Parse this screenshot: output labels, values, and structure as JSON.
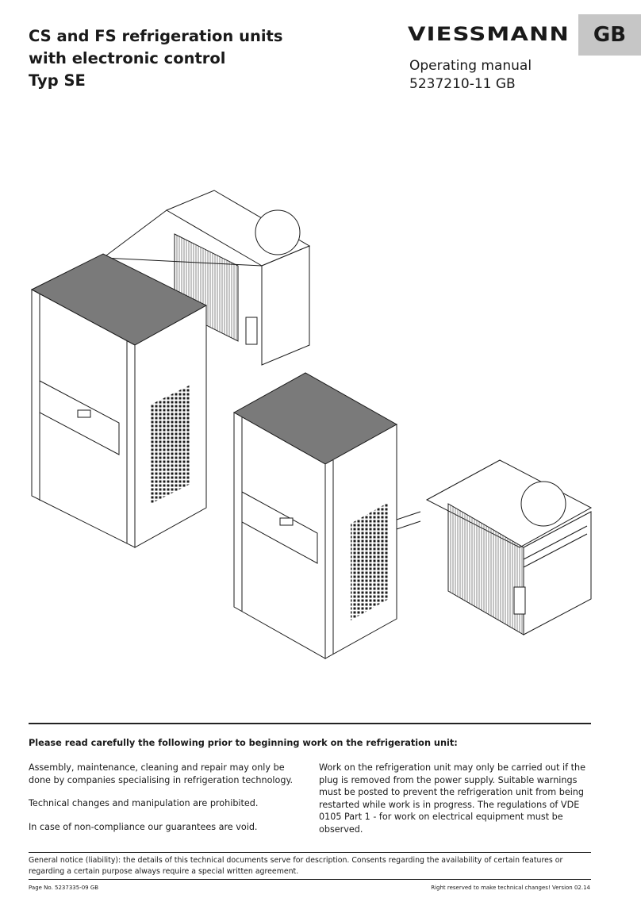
{
  "header": {
    "title_lines": [
      "CS and FS refrigeration units",
      "with electronic control",
      "Typ SE"
    ],
    "brand": "VIESSMANN",
    "language_tab": "GB",
    "manual_label": "Operating manual",
    "manual_number": "5237210-11 GB"
  },
  "notice": {
    "heading": "Please read carefully the following prior to beginning work on the refrigeration unit:",
    "left_paragraphs": [
      "Assembly, maintenance, cleaning and repair may only be done by companies specialising in refrigeration technology.",
      "Technical changes and manipulation are prohibited.",
      "In case of non-compliance our guarantees are void."
    ],
    "right_paragraphs": [
      "Work on the refrigeration unit may only be carried out if the plug is removed from the power supply. Suitable warnings must be posted to prevent the refrigeration unit from being restarted while work is in progress. The regulations of VDE 0105 Part 1 - for work on electrical equipment must be observed."
    ]
  },
  "liability": "General notice (liability): the details of this technical documents serve for description. Consents regarding the availability of certain features or regarding a certain purpose always require a special written agreement.",
  "footer": {
    "page_no": "Page No. 5237335-09 GB",
    "rights": "Right reserved to make technical changes! Version 02.14"
  }
}
